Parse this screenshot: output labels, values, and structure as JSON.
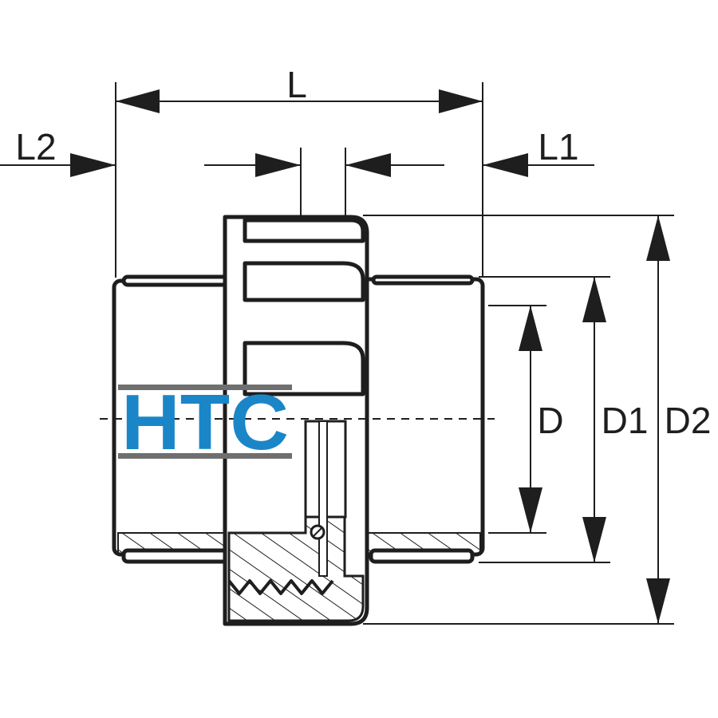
{
  "dimensions": {
    "L": "L",
    "L1": "L1",
    "L2": "L2",
    "D": "D",
    "D1": "D1",
    "D2": "D2"
  },
  "logo": {
    "text": "HTC",
    "color": "#1a86c8",
    "bar_color": "#6f6f6f"
  },
  "colors": {
    "line": "#1e1e1e",
    "background": "#ffffff"
  }
}
